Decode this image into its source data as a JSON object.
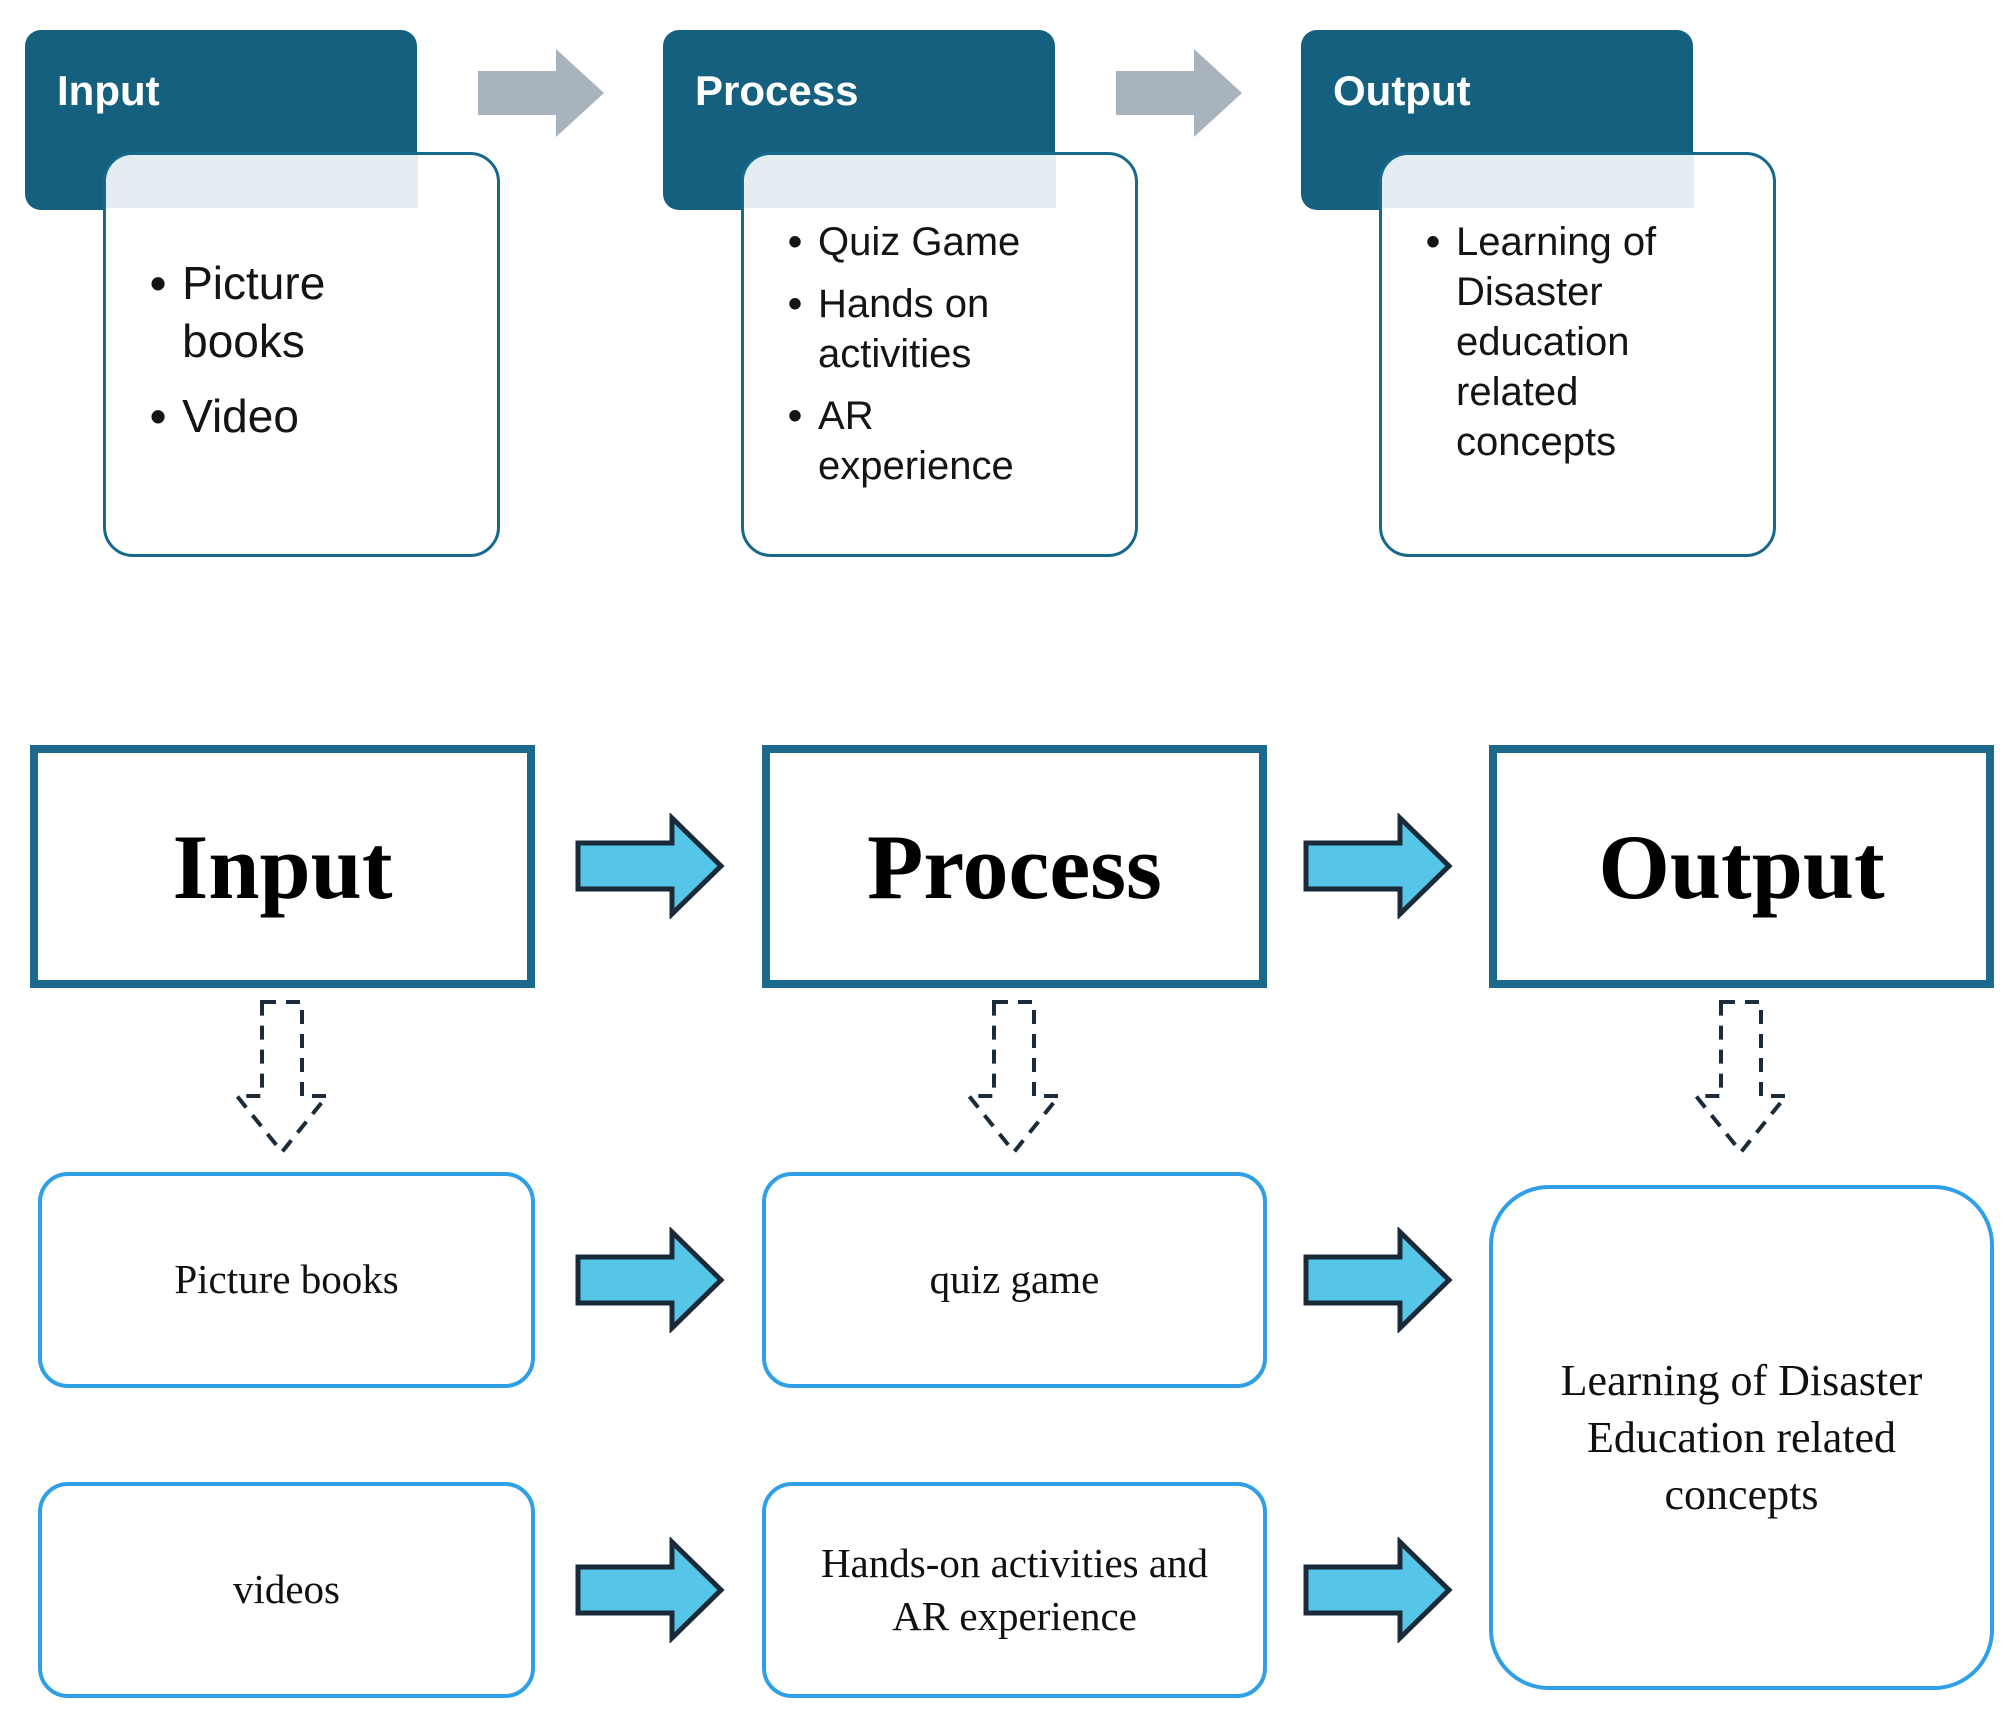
{
  "colors": {
    "header_teal": "#15607E",
    "card_band": "#E3EDF2",
    "card_border": "#17698C",
    "stage_border": "#1B6A8C",
    "sub_box_border": "#2FA0E8",
    "arrow_cyan_fill": "#55C6E8",
    "arrow_cyan_outline": "#1B2A38",
    "arrow_gray": "#A9B3BD",
    "dashed_arrow": "#1B2B3A"
  },
  "icons": {
    "flow_arrow_right": "solid block arrow →",
    "gray_arrow_right": "gray block arrow →",
    "dashed_arrow_down": "dashed outline block arrow ↓"
  },
  "top": {
    "groups": [
      {
        "title": "Input",
        "items": [
          "Picture books",
          "Video"
        ]
      },
      {
        "title": "Process",
        "items": [
          "Quiz Game",
          "Hands on activities",
          "AR experience"
        ]
      },
      {
        "title": "Output",
        "items": [
          "Learning of Disaster education related concepts"
        ]
      }
    ]
  },
  "bottom": {
    "stages": [
      "Input",
      "Process",
      "Output"
    ],
    "inputs": [
      "Picture books",
      "videos"
    ],
    "processes": [
      "quiz game",
      "Hands-on activities and AR experience"
    ],
    "output": "Learning of Disaster Education related concepts"
  }
}
